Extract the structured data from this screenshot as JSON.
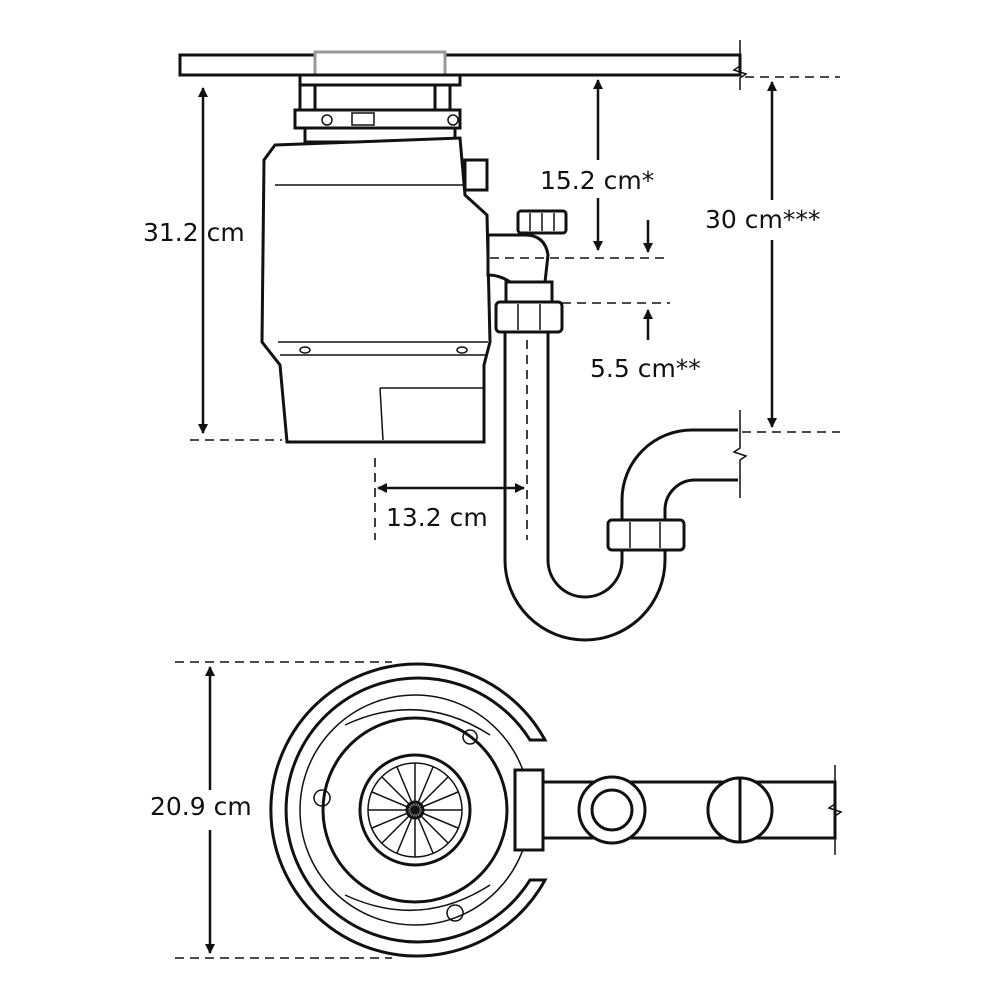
{
  "title": "Garbage disposer installation dimensions",
  "dimensions": {
    "height": "31.2 cm",
    "outlet_from_counter": "15.2 cm*",
    "drain_from_counter": "30 cm***",
    "outlet_drop": "5.5 cm**",
    "outlet_offset": "13.2 cm",
    "width": "20.9 cm"
  }
}
